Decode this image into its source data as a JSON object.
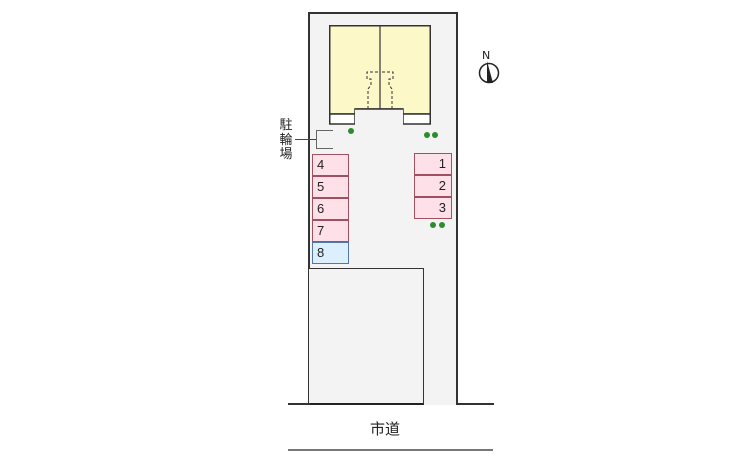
{
  "diagram": {
    "type": "site-plan",
    "compass": {
      "label": "N",
      "icon": "north-arrow-icon"
    },
    "bicycle_parking": {
      "label": "駐輪場"
    },
    "road": {
      "label": "市道"
    },
    "parking_left": [
      {
        "number": "4",
        "color": "#fde0e8"
      },
      {
        "number": "5",
        "color": "#fde0e8"
      },
      {
        "number": "6",
        "color": "#fde0e8"
      },
      {
        "number": "7",
        "color": "#fde0e8"
      },
      {
        "number": "8",
        "color": "#dcefff"
      }
    ],
    "parking_right": [
      {
        "number": "1",
        "color": "#fde0e8"
      },
      {
        "number": "2",
        "color": "#fde0e8"
      },
      {
        "number": "3",
        "color": "#fde0e8"
      }
    ],
    "colors": {
      "building": "#fdf8c8",
      "lot": "#f3f3f3",
      "tree": "#2e8b2e",
      "slot_pink": "#fde0e8",
      "slot_blue": "#dcefff"
    }
  }
}
